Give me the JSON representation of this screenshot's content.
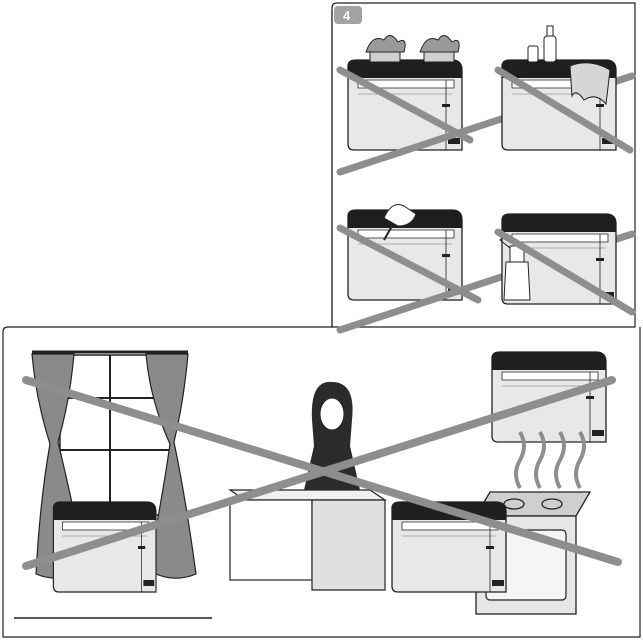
{
  "figure": {
    "step_badge": "4",
    "colors": {
      "line": "#222222",
      "cross": "#8e8e8e",
      "panel_fill": "#ffffff",
      "badge_fill": "#a3a3a3",
      "curtain_fill": "#8a8a8a",
      "unit_front": "#e8e8e8",
      "unit_top": "#1f1f1f",
      "hair": "#2b2b2b"
    },
    "scenes": [
      {
        "name": "plants-on-unit",
        "prohibited": true
      },
      {
        "name": "bottles-and-cloth-on-unit",
        "prohibited": true
      },
      {
        "name": "inserting-object-into-grille",
        "prohibited": true
      },
      {
        "name": "spraying-liquid-on-unit",
        "prohibited": true
      },
      {
        "name": "unit-blocked-by-curtains-and-furniture",
        "prohibited": true
      }
    ]
  }
}
